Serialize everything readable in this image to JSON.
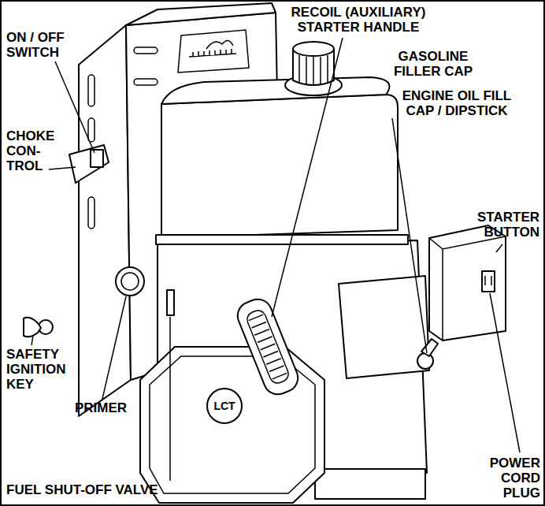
{
  "diagram": {
    "labels": [
      "ON / OFF SWITCH",
      "RECOIL (AUXILIARY) STARTER HANDLE",
      "GASOLINE FILLER CAP",
      "ENGINE OIL FILL CAP / DIPSTICK",
      "CHOKE CON- TROL",
      "STARTER BUTTON",
      "SAFETY IGNITION KEY",
      "PRIMER",
      "LCT",
      "POWER CORD PLUG",
      "FUEL SHUT-OFF VALVE"
    ]
  }
}
